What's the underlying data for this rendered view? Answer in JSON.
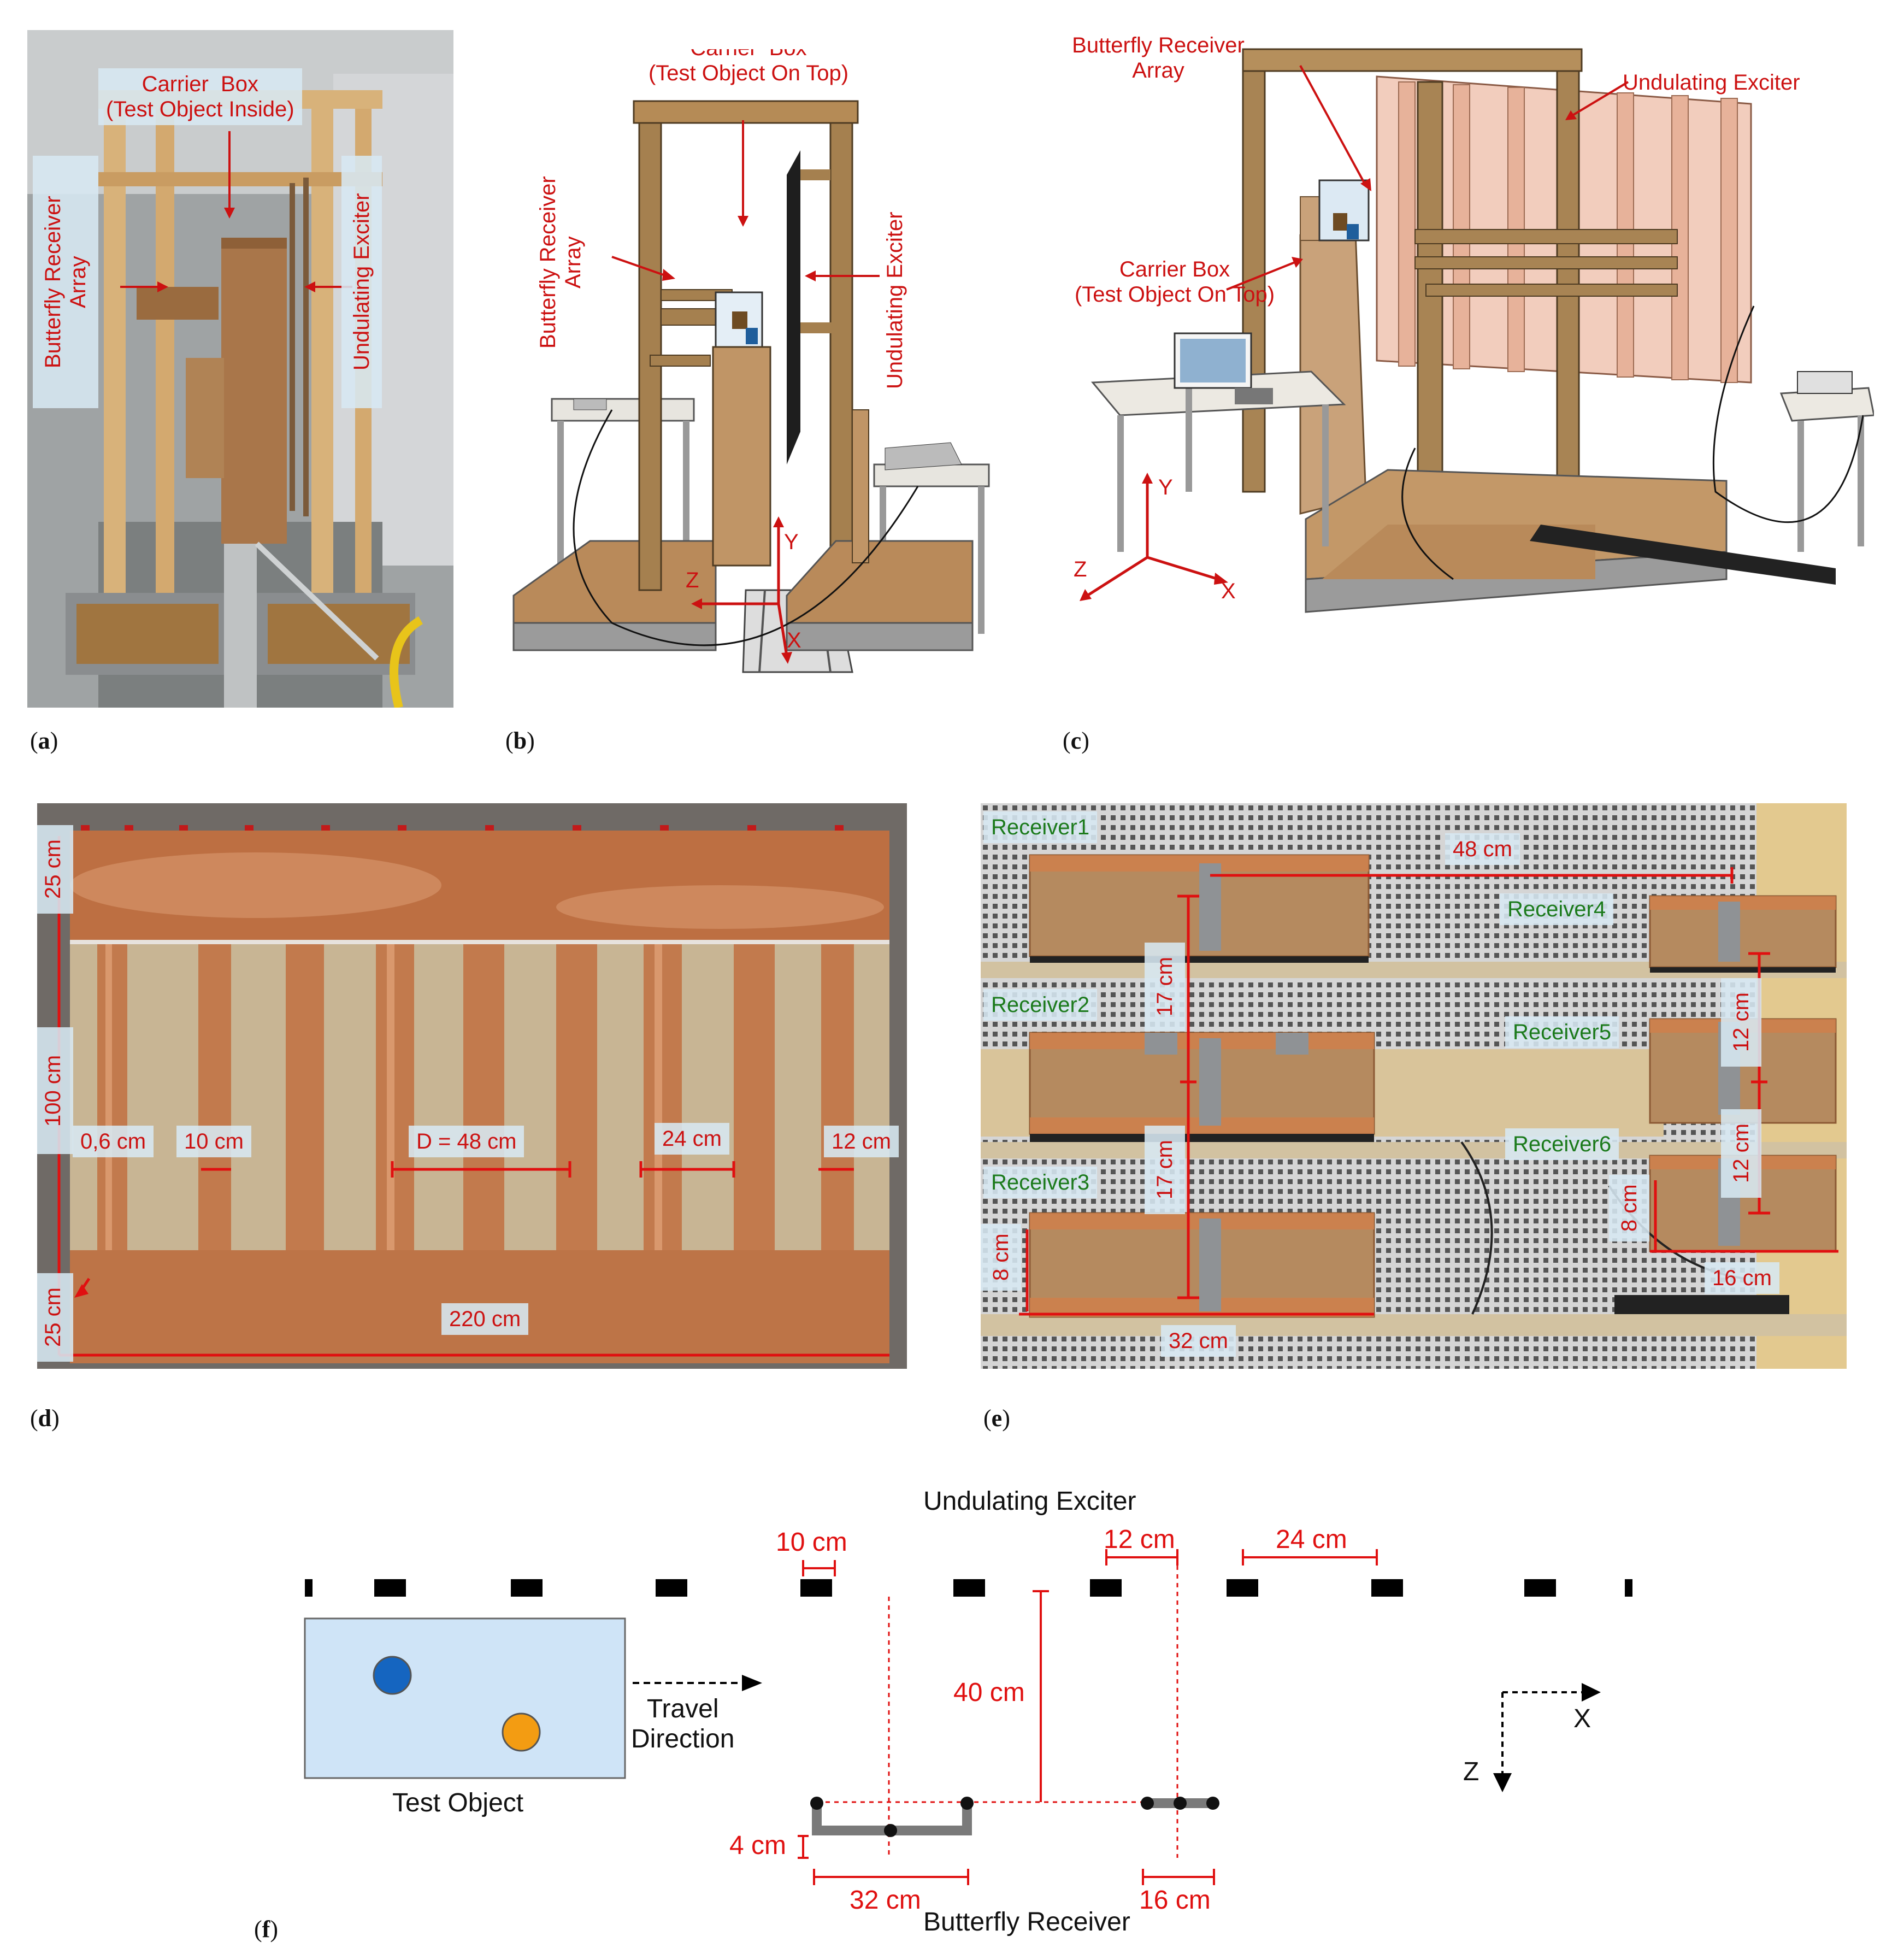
{
  "panels": {
    "a": {
      "label": "a",
      "carrier_box": "Carrier  Box\n(Test Object Inside)",
      "receiver_array": "Butterfly Receiver\nArray",
      "exciter": "Undulating Exciter"
    },
    "b": {
      "label": "b",
      "carrier_box": "Carrier  Box\n(Test Object On Top)",
      "receiver_array": "Butterfly Receiver\nArray",
      "exciter": "Undulating Exciter",
      "axis_y": "Y",
      "axis_z": "Z",
      "axis_x": "X"
    },
    "c": {
      "label": "c",
      "receiver_array": "Butterfly Receiver\nArray",
      "exciter": "Undulating Exciter",
      "carrier_box": "Carrier Box\n(Test Object On Top)",
      "axis_y": "Y",
      "axis_z": "Z",
      "axis_x": "X"
    },
    "d": {
      "label": "d",
      "dims": {
        "top_25": "25 cm",
        "mid_100": "100 cm",
        "bot_25": "25 cm",
        "gap": "0,6 cm",
        "strip10": "10 cm",
        "D": "D = 48 cm",
        "strip24": "24 cm",
        "strip12": "12 cm",
        "width": "220 cm"
      }
    },
    "e": {
      "label": "e",
      "receivers": [
        "Receiver1",
        "Receiver2",
        "Receiver3",
        "Receiver4",
        "Receiver5",
        "Receiver6"
      ],
      "dims": {
        "d48": "48 cm",
        "d17a": "17 cm",
        "d17b": "17 cm",
        "d8a": "8 cm",
        "d32": "32 cm",
        "d12a": "12 cm",
        "d12b": "12 cm",
        "d8b": "8 cm",
        "d16": "16 cm"
      }
    },
    "f": {
      "label": "f",
      "exciter_title": "Undulating Exciter",
      "d10": "10 cm",
      "d12": "12 cm",
      "d24": "24 cm",
      "d40": "40 cm",
      "d4": "4 cm",
      "d32": "32 cm",
      "d16": "16 cm",
      "travel": "Travel\nDirection",
      "test_object": "Test Object",
      "receiver": "Butterfly Receiver",
      "axis_x": "X",
      "axis_z": "Z"
    }
  },
  "colors": {
    "annotation_red": "#cc1111",
    "receiver_green": "#1b7a1b",
    "copper": "#c47a4a",
    "wood": "#b38656",
    "test_blue": "#1565c0",
    "test_orange": "#f39c12",
    "object_fill": "#cfe4f7"
  }
}
